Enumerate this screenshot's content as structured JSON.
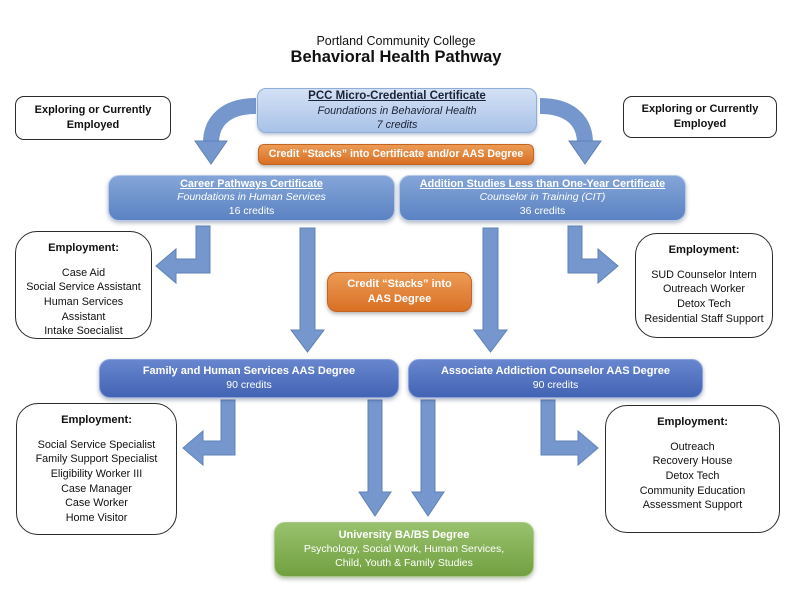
{
  "title": {
    "college": "Portland Community College",
    "pathway": "Behavioral Health Pathway"
  },
  "colors": {
    "micro_light_blue": "#a8c2e8",
    "certificate_blue": "#5b82c2",
    "aas_royal_blue": "#4363b4",
    "stack_orange": "#d97024",
    "university_green": "#72a040",
    "arrow_blue": "#7597cd"
  },
  "micro_credential": {
    "title": "PCC Micro-Credential Certificate",
    "subtitle": "Foundations in Behavioral Health",
    "credits": "7 credits"
  },
  "exploring_left": {
    "label": "Exploring or Currently Employed"
  },
  "exploring_right": {
    "label": "Exploring or Currently Employed"
  },
  "stack_banner": {
    "label": "Credit “Stacks” into Certificate and/or AAS Degree"
  },
  "career_certificate": {
    "title": "Career Pathways Certificate",
    "subtitle": "Foundations in Human Services",
    "credits": "16 credits"
  },
  "addiction_certificate": {
    "title": "Addition Studies Less than One-Year Certificate",
    "subtitle": "Counselor in Training (CIT)",
    "credits": "36 credits"
  },
  "stack_mid": {
    "label": "Credit “Stacks” into AAS Degree"
  },
  "employment_top_left": {
    "heading": "Employment:",
    "items": [
      "Case Aid",
      "Social Service Assistant",
      "Human Services",
      "Assistant",
      "Intake Soecialist"
    ]
  },
  "employment_top_right": {
    "heading": "Employment:",
    "items": [
      "SUD Counselor Intern",
      "Outreach Worker",
      "Detox Tech",
      "Residential Staff Support"
    ]
  },
  "aas_family": {
    "title": "Family and Human Services AAS Degree",
    "credits": "90 credits"
  },
  "aas_addiction": {
    "title": "Associate Addiction Counselor AAS Degree",
    "credits": "90 credits"
  },
  "employment_bottom_left": {
    "heading": "Employment:",
    "items": [
      "Social Service Specialist",
      "Family Support Specialist",
      "Eligibility Worker III",
      "Case Manager",
      "Case Worker",
      "Home Visitor"
    ]
  },
  "employment_bottom_right": {
    "heading": "Employment:",
    "items": [
      "Outreach",
      "Recovery House",
      "Detox Tech",
      "Community Education",
      "Assessment Support"
    ]
  },
  "university": {
    "title": "University BA/BS Degree",
    "line2": "Psychology, Social Work, Human Services,",
    "line3": "Child, Youth & Family Studies"
  }
}
